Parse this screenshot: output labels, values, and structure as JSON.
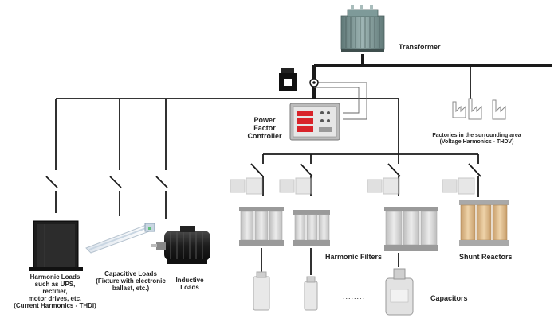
{
  "labels": {
    "transformer": "Transformer",
    "pfc": [
      "Power",
      "Factor",
      "Controller"
    ],
    "factories": [
      "Factories in the surrounding area",
      "(Voltage Harmonics - THDV)"
    ],
    "harmonic_loads": [
      "Harmonic Loads",
      "such as UPS,",
      "rectifier,",
      "motor drives, etc.",
      "(Current Harmonics - THDI)"
    ],
    "capacitive_loads": [
      "Capacitive Loads",
      "(Fixture with electronic",
      "ballast, etc.)"
    ],
    "inductive_loads": [
      "Inductive",
      "Loads"
    ],
    "harmonic_filters": "Harmonic Filters",
    "shunt_reactors": "Shunt Reactors",
    "capacitors": "Capacitors",
    "ellipsis": "........"
  },
  "colors": {
    "line": "#1a1a1a",
    "faded_line": "#b0b0b0",
    "device_gray": "#cfcfcf",
    "transformer_green": "#7e9a99",
    "reactor_gold": "#d6b487",
    "display_red": "#d8232a"
  },
  "icons": [
    "transformer-icon",
    "current-transformer-icon",
    "power-factor-controller-icon",
    "factory-icon",
    "ups-icon",
    "fluorescent-lamp-icon",
    "electric-motor-icon",
    "contactor-icon",
    "reactor-icon",
    "capacitor-icon"
  ]
}
